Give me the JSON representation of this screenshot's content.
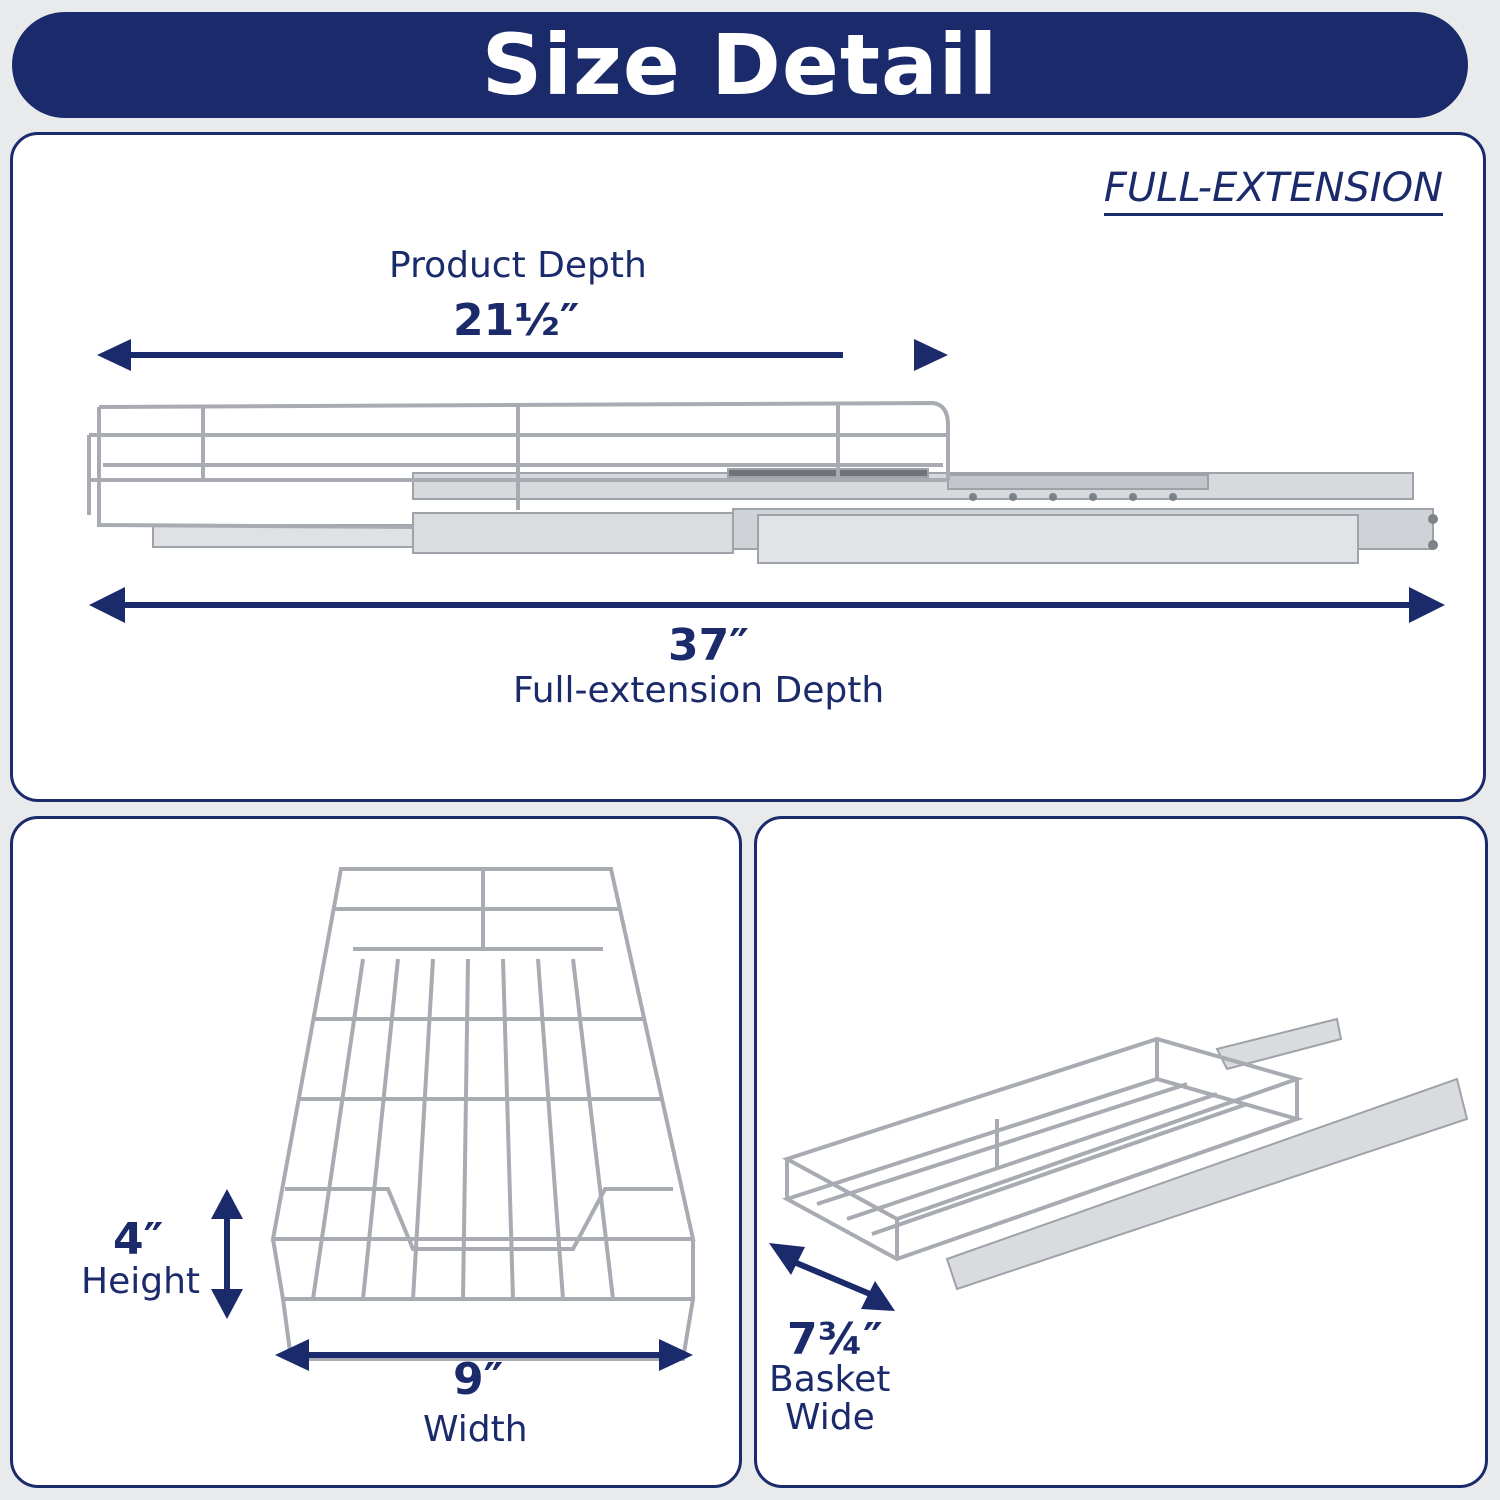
{
  "header": {
    "title": "Size Detail"
  },
  "top_panel": {
    "badge": "FULL-EXTENSION",
    "product_depth": {
      "label": "Product Depth",
      "value": "21½″"
    },
    "full_depth": {
      "value": "37″",
      "label": "Full-extension Depth"
    }
  },
  "left_panel": {
    "height": {
      "value": "4″",
      "label": "Height"
    },
    "width": {
      "value": "9″",
      "label": "Width"
    }
  },
  "right_panel": {
    "basket": {
      "value": "7¾″",
      "label_line1": "Basket",
      "label_line2": "Wide"
    }
  },
  "colors": {
    "navy": "#1b2a6b",
    "background": "#e9eaec",
    "chrome": "#b9bcc2"
  }
}
